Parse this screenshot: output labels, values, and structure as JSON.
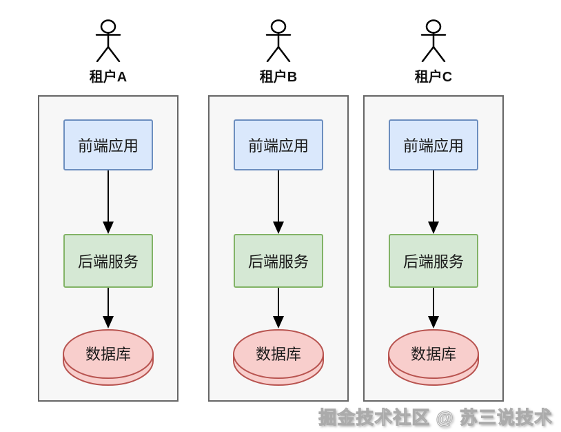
{
  "diagram": {
    "type": "multi-tenant-architecture",
    "tenants": [
      {
        "label": "租户A",
        "frontend": "前端应用",
        "backend": "后端服务",
        "database": "数据库"
      },
      {
        "label": "租户B",
        "frontend": "前端应用",
        "backend": "后端服务",
        "database": "数据库"
      },
      {
        "label": "租户C",
        "frontend": "前端应用",
        "backend": "后端服务",
        "database": "数据库"
      }
    ],
    "edges": [
      {
        "from": "前端应用",
        "to": "后端服务"
      },
      {
        "from": "后端服务",
        "to": "数据库"
      }
    ]
  },
  "watermark": {
    "text": "掘金技术社区 @ 苏三说技术"
  },
  "colors": {
    "frontend_fill": "#dae8fc",
    "frontend_border": "#6c8ebf",
    "backend_fill": "#d5e8d4",
    "backend_border": "#82b366",
    "database_fill": "#f8cecc",
    "database_border": "#b85450",
    "container_fill": "#f7f7f7",
    "container_border": "#666666",
    "arrow": "#000000",
    "background": "#ffffff"
  }
}
